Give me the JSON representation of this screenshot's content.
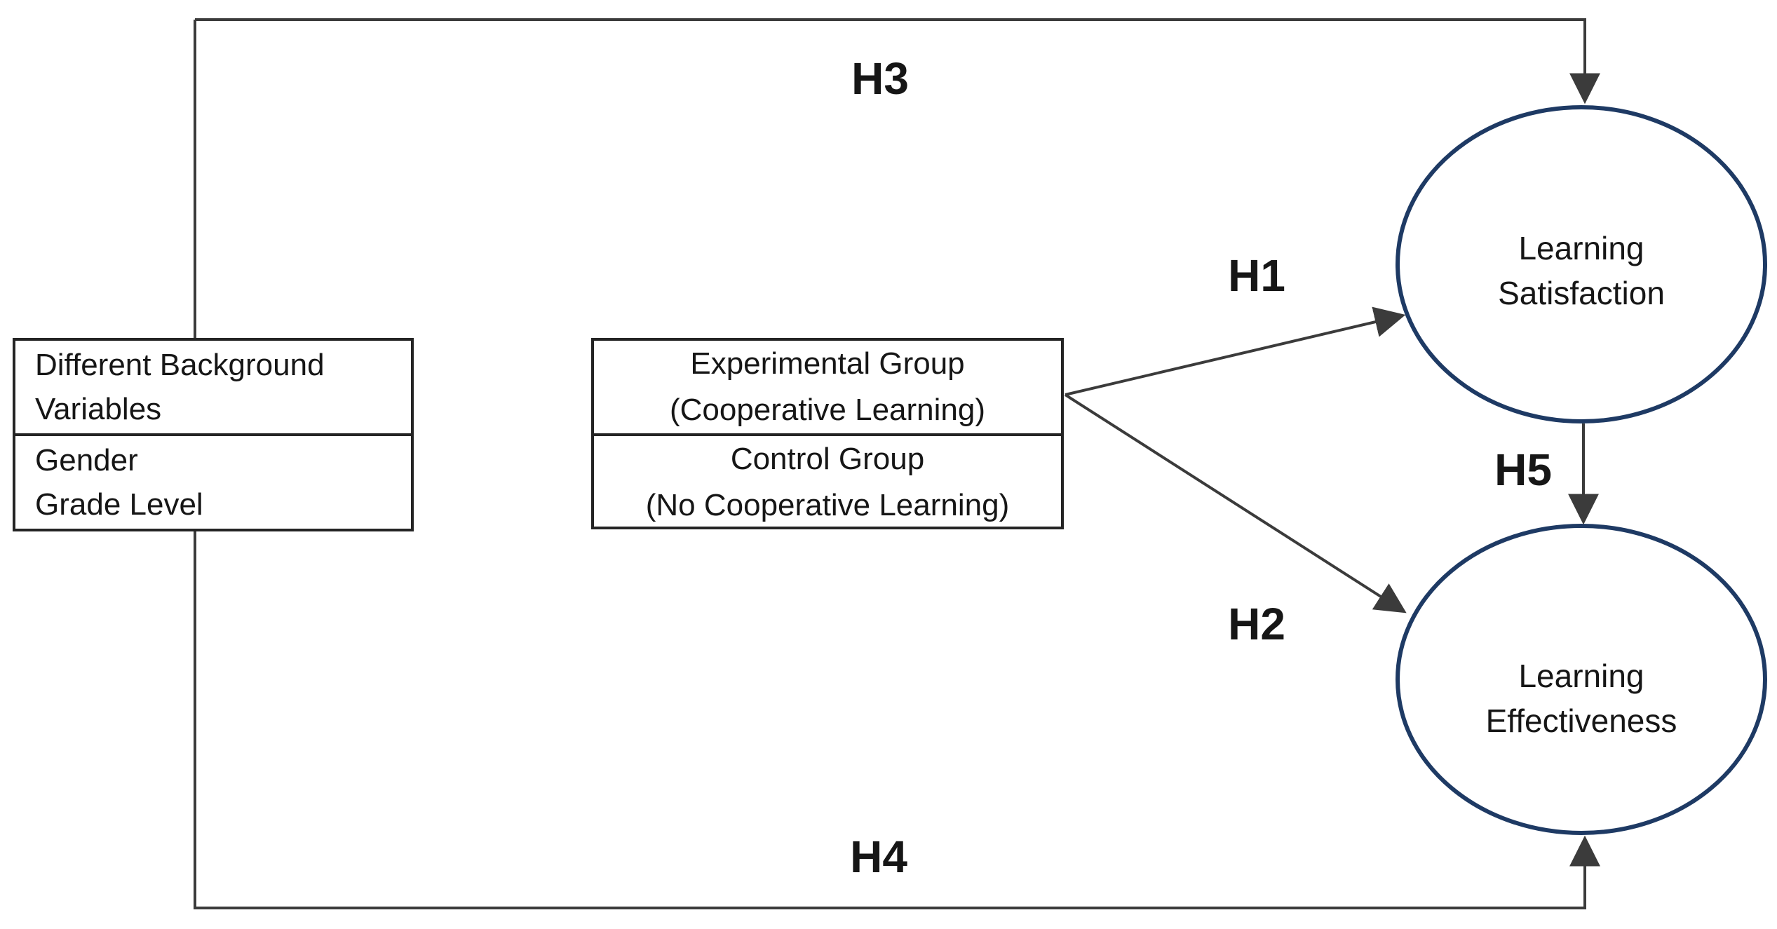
{
  "colors": {
    "background": "#ffffff",
    "line": "#3b3b3b",
    "box-border": "#242424",
    "ellipse-stroke": "#1e3a64",
    "text": "#161616"
  },
  "background_box": {
    "title_line1": "Different Background",
    "title_line2": "Variables",
    "item1": "Gender",
    "item2": "Grade Level"
  },
  "group_box": {
    "experimental_line1": "Experimental Group",
    "experimental_line2": "(Cooperative Learning)",
    "control_line1": "Control Group",
    "control_line2": "(No Cooperative Learning)"
  },
  "constructs": {
    "satisfaction_line1": "Learning",
    "satisfaction_line2": "Satisfaction",
    "effectiveness_line1": "Learning",
    "effectiveness_line2": "Effectiveness"
  },
  "hypothesis_labels": {
    "h1": "H1",
    "h2": "H2",
    "h3": "H3",
    "h4": "H4",
    "h5": "H5"
  }
}
